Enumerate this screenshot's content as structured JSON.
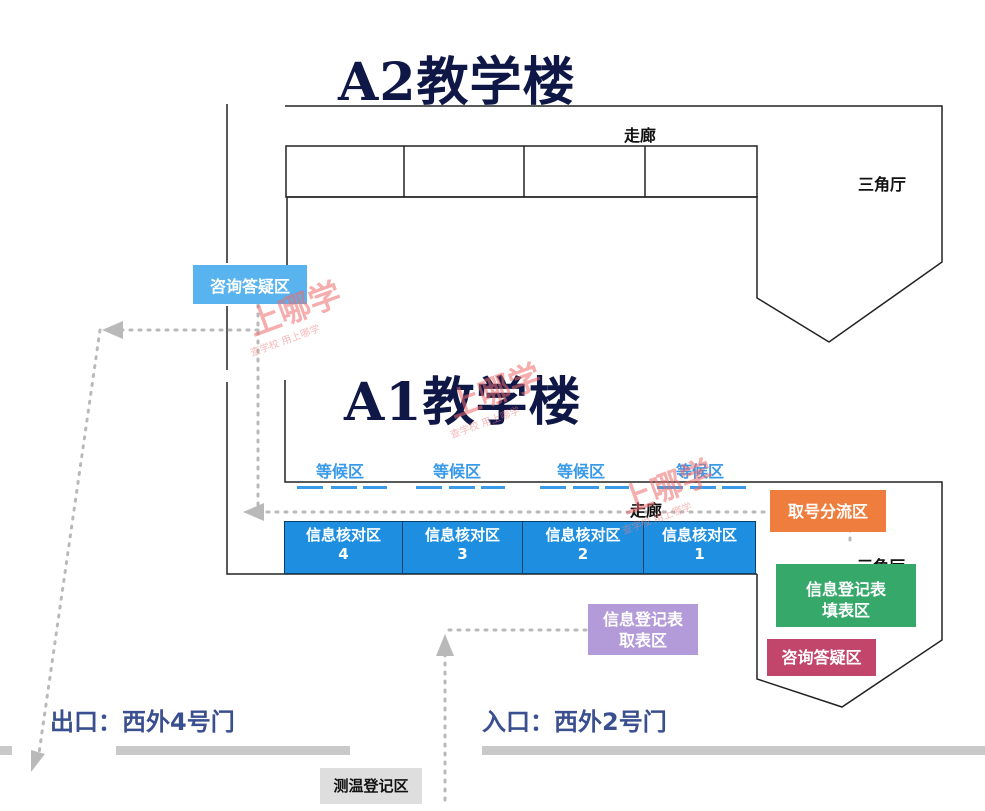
{
  "a2": {
    "title": "A2教学楼",
    "corridor": "走廊",
    "triangle_hall": "三角厅"
  },
  "a1": {
    "title": "A1教学楼",
    "corridor": "走廊",
    "triangle_hall": "三角厅",
    "waiting": [
      "等候区",
      "等候区",
      "等候区",
      "等候区"
    ],
    "check_cells": [
      {
        "line1": "信息核对区",
        "line2": "4"
      },
      {
        "line1": "信息核对区",
        "line2": "3"
      },
      {
        "line1": "信息核对区",
        "line2": "2"
      },
      {
        "line1": "信息核对区",
        "line2": "1"
      }
    ]
  },
  "zones": {
    "consult_top": "咨询答疑区",
    "queue_number": "取号分流区",
    "form_fill_line1": "信息登记表",
    "form_fill_line2": "填表区",
    "form_pickup_line1": "信息登记表",
    "form_pickup_line2": "取表区",
    "consult_bottom": "咨询答疑区",
    "temperature": "测温登记区"
  },
  "gates": {
    "exit": "出口：西外4号门",
    "entrance": "入口：西外2号门"
  },
  "watermark": {
    "brand": "上哪学",
    "slogan": "查学校 用上哪学"
  },
  "colors": {
    "title": "#0f1747",
    "light_blue": "#58b3ef",
    "cell_blue": "#1e8fe0",
    "orange": "#ef7d3e",
    "green": "#36a86a",
    "purple": "#b39ad8",
    "crimson": "#c2456b",
    "road_gray": "#c9c9c9",
    "path_dots": "#b9b9b9"
  }
}
